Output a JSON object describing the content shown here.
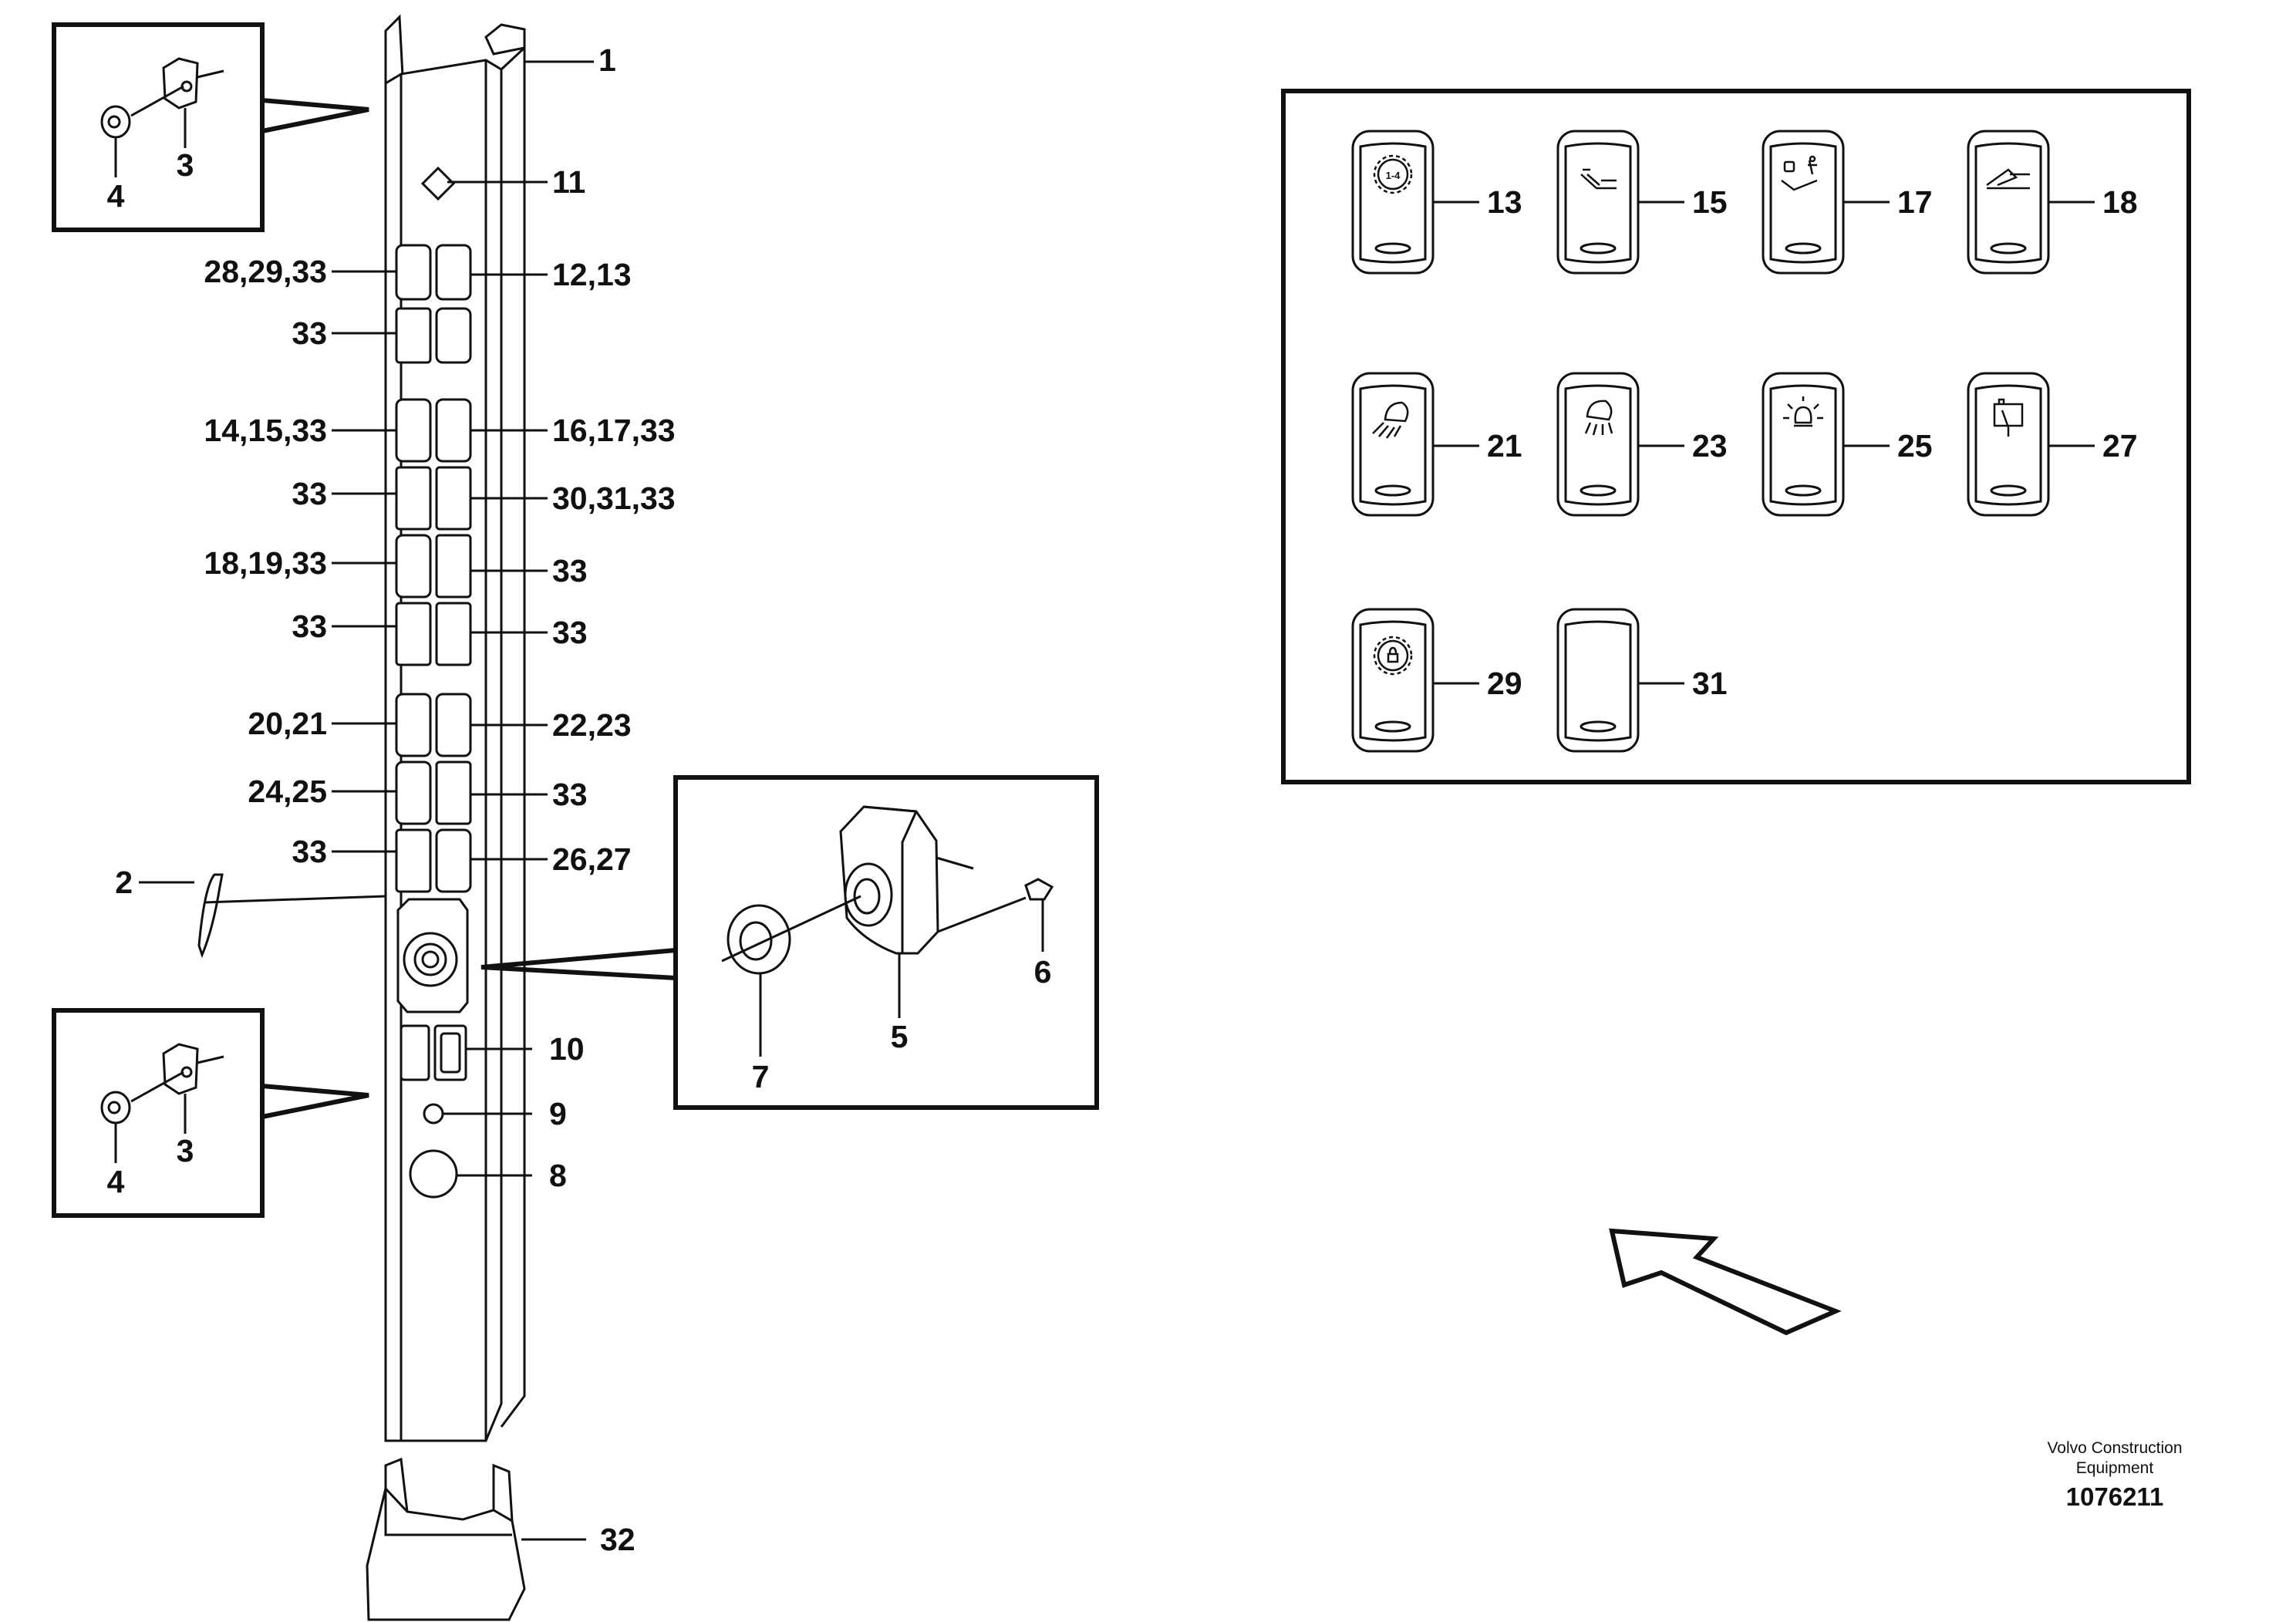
{
  "column_callouts": {
    "c1": "1",
    "c11": "11",
    "c12_13": "12,13",
    "c28_29_33": "28,29,33",
    "c33_a": "33",
    "c14_15_33": "14,15,33",
    "c16_17_33": "16,17,33",
    "c33_b": "33",
    "c30_31_33": "30,31,33",
    "c18_19_33": "18,19,33",
    "c33_c": "33",
    "c33_d": "33",
    "c33_e": "33",
    "c20_21": "20,21",
    "c22_23": "22,23",
    "c24_25": "24,25",
    "c33_f": "33",
    "c33_g": "33",
    "c26_27": "26,27",
    "c2": "2",
    "c10": "10",
    "c9": "9",
    "c8": "8",
    "c32": "32"
  },
  "top_detail": {
    "a": "4",
    "b": "3"
  },
  "bottom_detail": {
    "a": "4",
    "b": "3"
  },
  "socket_detail": {
    "a": "7",
    "b": "5",
    "c": "6"
  },
  "switch_panel": {
    "s13": {
      "label": "13",
      "icon": "gear-1-4-icon",
      "icon_text": "1-4"
    },
    "s15": {
      "label": "15",
      "icon": "boom-float-icon"
    },
    "s17": {
      "label": "17",
      "icon": "seat-lock-icon"
    },
    "s18": {
      "label": "18",
      "icon": "bucket-level-icon"
    },
    "s21": {
      "label": "21",
      "icon": "work-light-front-icon"
    },
    "s23": {
      "label": "23",
      "icon": "work-light-rear-icon"
    },
    "s25": {
      "label": "25",
      "icon": "beacon-light-icon"
    },
    "s27": {
      "label": "27",
      "icon": "rear-wiper-icon"
    },
    "s29": {
      "label": "29",
      "icon": "gear-lock-icon"
    },
    "s31": {
      "label": "31",
      "icon": "blank-switch"
    }
  },
  "caption": {
    "line1": "Volvo Construction",
    "line2": "Equipment",
    "number": "1076211"
  }
}
